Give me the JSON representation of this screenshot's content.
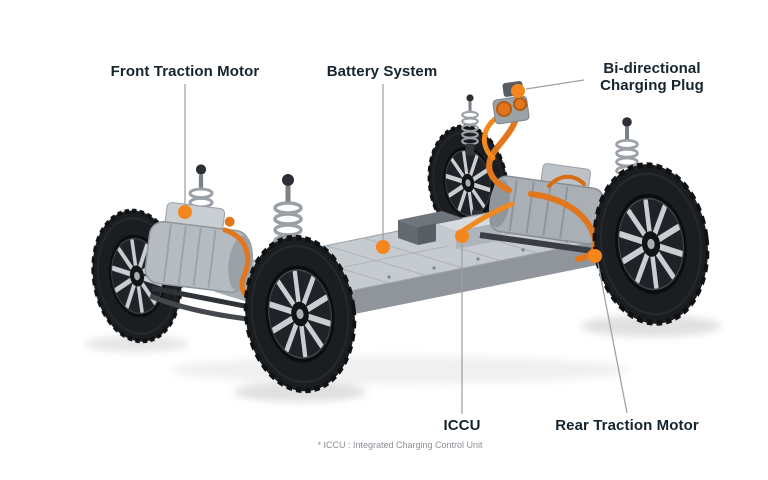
{
  "colors": {
    "accent": "#F5861B",
    "cable_orange": "#E2761C",
    "leader_line": "#9AA1A7",
    "label_text": "#16242E",
    "footnote_text": "#8A9096",
    "background": "#FFFFFF"
  },
  "callouts": {
    "front_motor": {
      "label": "Front Traction Motor"
    },
    "battery": {
      "label": "Battery System"
    },
    "charging_plug": {
      "label": "Bi-directional\nCharging Plug"
    },
    "iccu": {
      "label": "ICCU"
    },
    "rear_motor": {
      "label": "Rear Traction Motor"
    }
  },
  "footnote": "* ICCU : Integrated Charging Control Unit",
  "illustration": {
    "name": "ev-skateboard-platform",
    "parts": [
      "front-traction-motor",
      "battery-pack",
      "rear-traction-motor",
      "iccu-unit",
      "bi-directional-charging-plug",
      "high-voltage-cables",
      "wheels",
      "suspension-struts"
    ]
  }
}
